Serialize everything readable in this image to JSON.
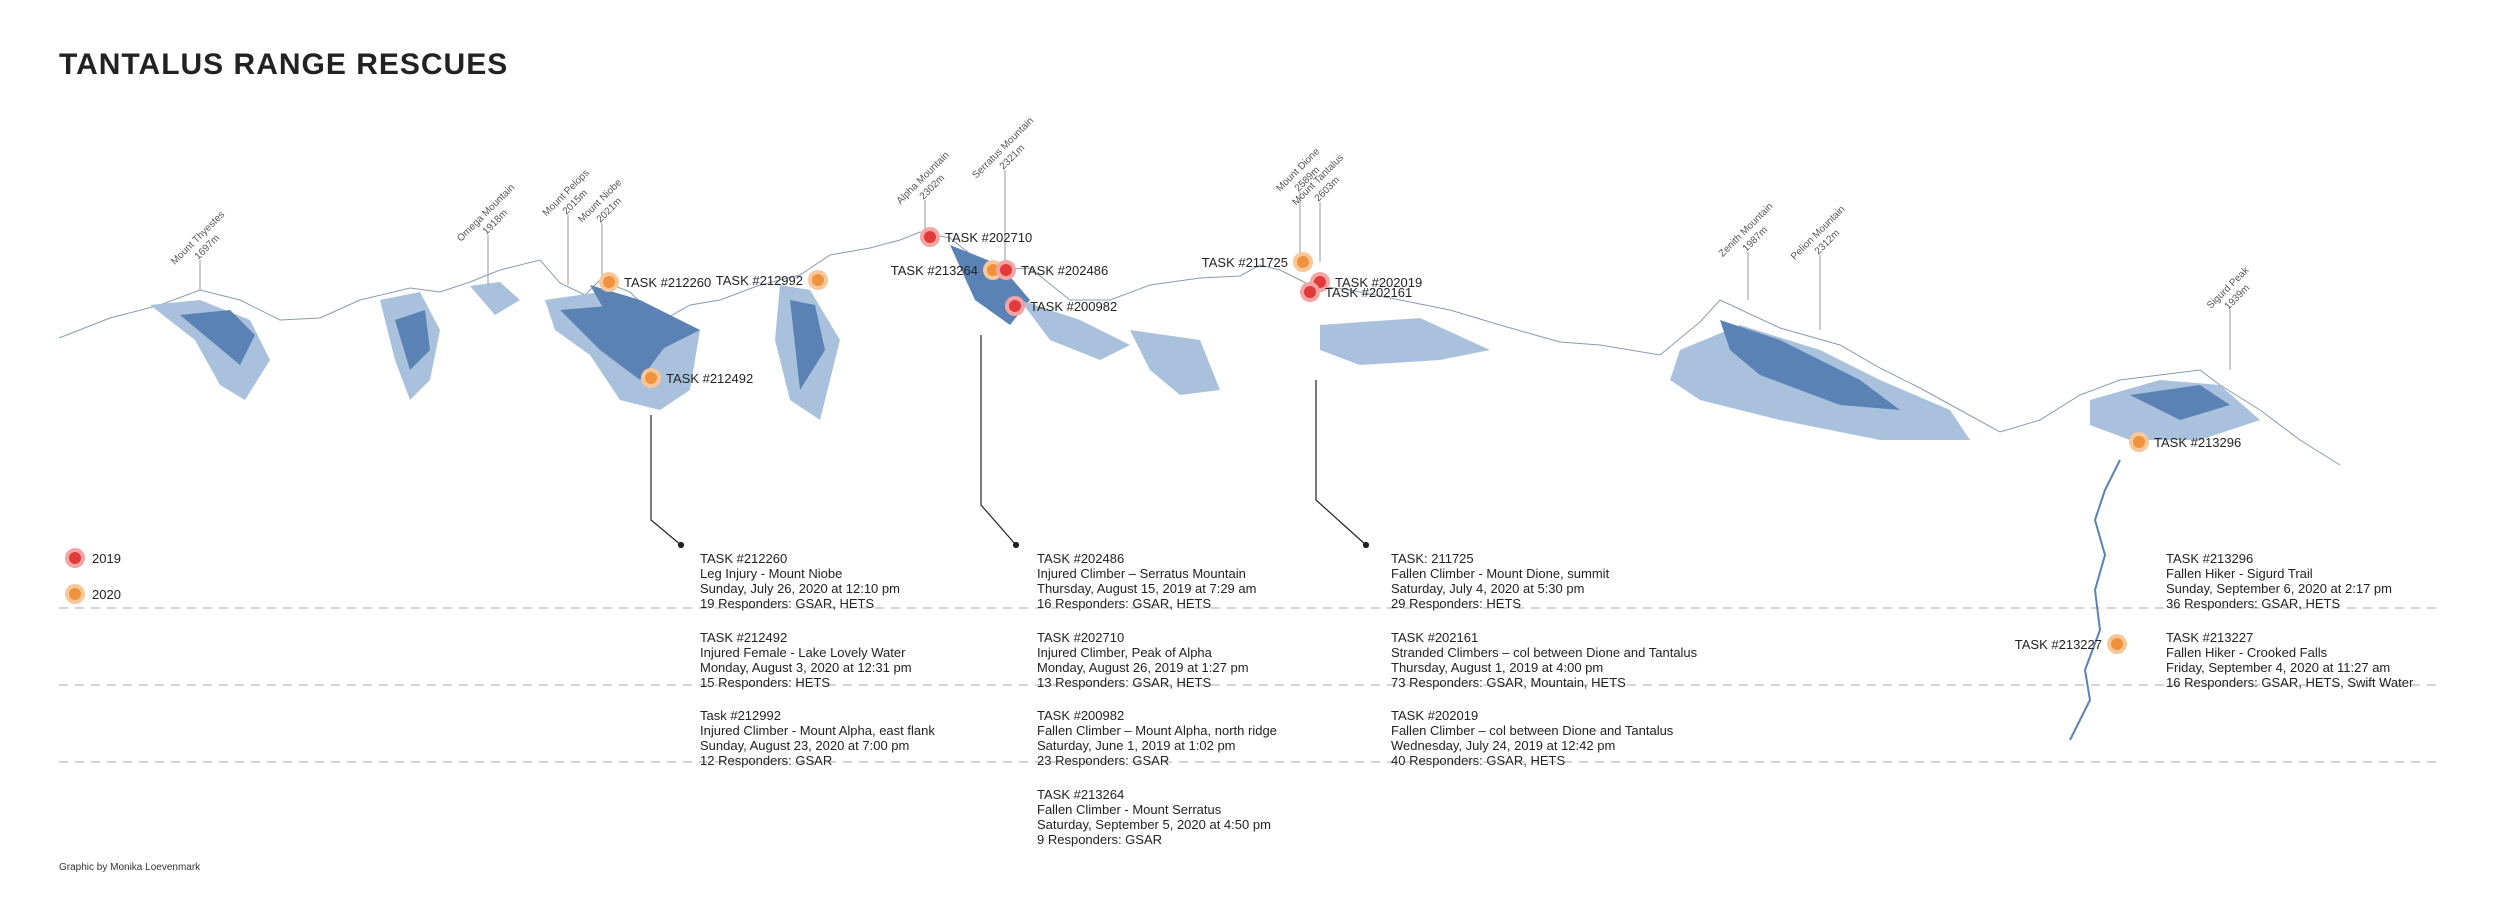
{
  "title": "TANTALUS RANGE RESCUES",
  "credit": "Graphic by Monika Loevenmark",
  "colors": {
    "y2019": "#e23a3a",
    "y2019_halo": "#f5a3a3",
    "y2020": "#f0923c",
    "y2020_halo": "#f7c79a",
    "mountain_dark": "#5a82b5",
    "mountain_light": "#a9c1dc",
    "divider": "#bbbbbb"
  },
  "legend": [
    {
      "year": "2019",
      "key": "y2019"
    },
    {
      "year": "2020",
      "key": "y2020"
    }
  ],
  "peaks": [
    {
      "name": "Mount Thyestes",
      "elev": "1697m"
    },
    {
      "name": "Omega Mountain",
      "elev": "1918m"
    },
    {
      "name": "Mount Pelops",
      "elev": "2015m"
    },
    {
      "name": "Mount Niobe",
      "elev": "2021m"
    },
    {
      "name": "Alpha Mountain",
      "elev": "2302m"
    },
    {
      "name": "Serratus Mountain",
      "elev": "2321m"
    },
    {
      "name": "Mount Dione",
      "elev": "2589m"
    },
    {
      "name": "Mount Tantalus",
      "elev": "2603m"
    },
    {
      "name": "Zenith Mountain",
      "elev": "1987m"
    },
    {
      "name": "Pelion Mountain",
      "elev": "2312m"
    },
    {
      "name": "Sigurd Peak",
      "elev": "1939m"
    }
  ],
  "markers": [
    {
      "label": "TASK #212260",
      "year": "2020"
    },
    {
      "label": "TASK #212492",
      "year": "2020"
    },
    {
      "label": "TASK #212992",
      "year": "2020"
    },
    {
      "label": "TASK #202710",
      "year": "2019"
    },
    {
      "label": "TASK #213264",
      "year": "2020"
    },
    {
      "label": "TASK #202486",
      "year": "2019"
    },
    {
      "label": "TASK #200982",
      "year": "2019"
    },
    {
      "label": "TASK #211725",
      "year": "2020"
    },
    {
      "label": "TASK #202019",
      "year": "2019"
    },
    {
      "label": "TASK #202161",
      "year": "2019"
    },
    {
      "label": "TASK #213296",
      "year": "2020"
    },
    {
      "label": "TASK #213227",
      "year": "2020"
    }
  ],
  "cards": [
    {
      "lines": [
        "TASK #212260",
        "Leg Injury - Mount Niobe",
        "Sunday, July 26, 2020 at 12:10 pm",
        "19 Responders: GSAR, HETS"
      ]
    },
    {
      "lines": [
        "TASK #212492",
        "Injured Female - Lake Lovely Water",
        "Monday, August 3, 2020 at 12:31 pm",
        "15 Responders: HETS"
      ]
    },
    {
      "lines": [
        "Task #212992",
        "Injured Climber - Mount Alpha, east flank",
        "Sunday, August 23, 2020 at 7:00 pm",
        "12 Responders: GSAR"
      ]
    },
    {
      "lines": [
        "TASK #202486",
        "Injured Climber – Serratus Mountain",
        "Thursday, August 15, 2019 at 7:29 am",
        "16 Responders: GSAR, HETS"
      ]
    },
    {
      "lines": [
        "TASK #202710",
        "Injured Climber, Peak of Alpha",
        "Monday, August 26, 2019 at 1:27 pm",
        "13 Responders: GSAR, HETS"
      ]
    },
    {
      "lines": [
        "TASK #200982",
        "Fallen Climber – Mount Alpha, north ridge",
        "Saturday, June 1, 2019 at 1:02 pm",
        "23 Responders: GSAR"
      ]
    },
    {
      "lines": [
        "TASK #213264",
        "Fallen Climber - Mount Serratus",
        "Saturday, September 5, 2020 at 4:50 pm",
        "9 Responders: GSAR"
      ]
    },
    {
      "lines": [
        "TASK: 211725",
        "Fallen Climber - Mount Dione, summit",
        "Saturday, July 4, 2020 at 5:30 pm",
        "29 Responders: HETS"
      ]
    },
    {
      "lines": [
        "TASK #202161",
        "Stranded Climbers – col between Dione and Tantalus",
        "Thursday, August 1, 2019 at 4:00 pm",
        "73 Responders: GSAR, Mountain, HETS"
      ]
    },
    {
      "lines": [
        "TASK #202019",
        "Fallen Climber – col between Dione and Tantalus",
        "Wednesday, July 24, 2019 at 12:42 pm",
        "40 Responders: GSAR, HETS"
      ]
    },
    {
      "lines": [
        "TASK #213296",
        "Fallen Hiker - Sigurd Trail",
        "Sunday, September 6, 2020 at 2:17 pm",
        "36 Responders: GSAR, HETS"
      ]
    },
    {
      "lines": [
        "TASK #213227",
        "Fallen Hiker - Crooked Falls",
        "Friday, September 4, 2020 at 11:27 am",
        "16 Responders: GSAR, HETS, Swift Water"
      ]
    }
  ]
}
